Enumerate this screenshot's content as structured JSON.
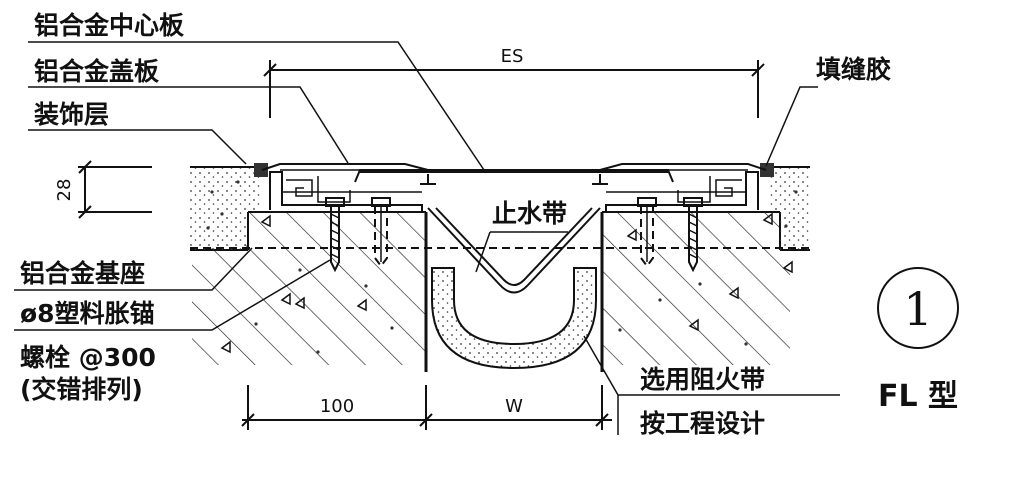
{
  "labels": {
    "center_plate": "铝合金中心板",
    "cover_plate": "铝合金盖板",
    "decor_layer": "装饰层",
    "base_seat": "铝合金基座",
    "anchor": "ø8塑料胀锚",
    "bolt": "螺栓 @300",
    "bolt_note": "(交错排列)",
    "sealant": "填缝胶",
    "waterstop": "止水带",
    "fire_band_1": "选用阻火带",
    "fire_band_2": "按工程设计"
  },
  "dimensions": {
    "es": "ES",
    "thickness": "28",
    "width_100": "100",
    "width_w": "W"
  },
  "badge": {
    "number": "1",
    "type_label": "FL 型"
  }
}
